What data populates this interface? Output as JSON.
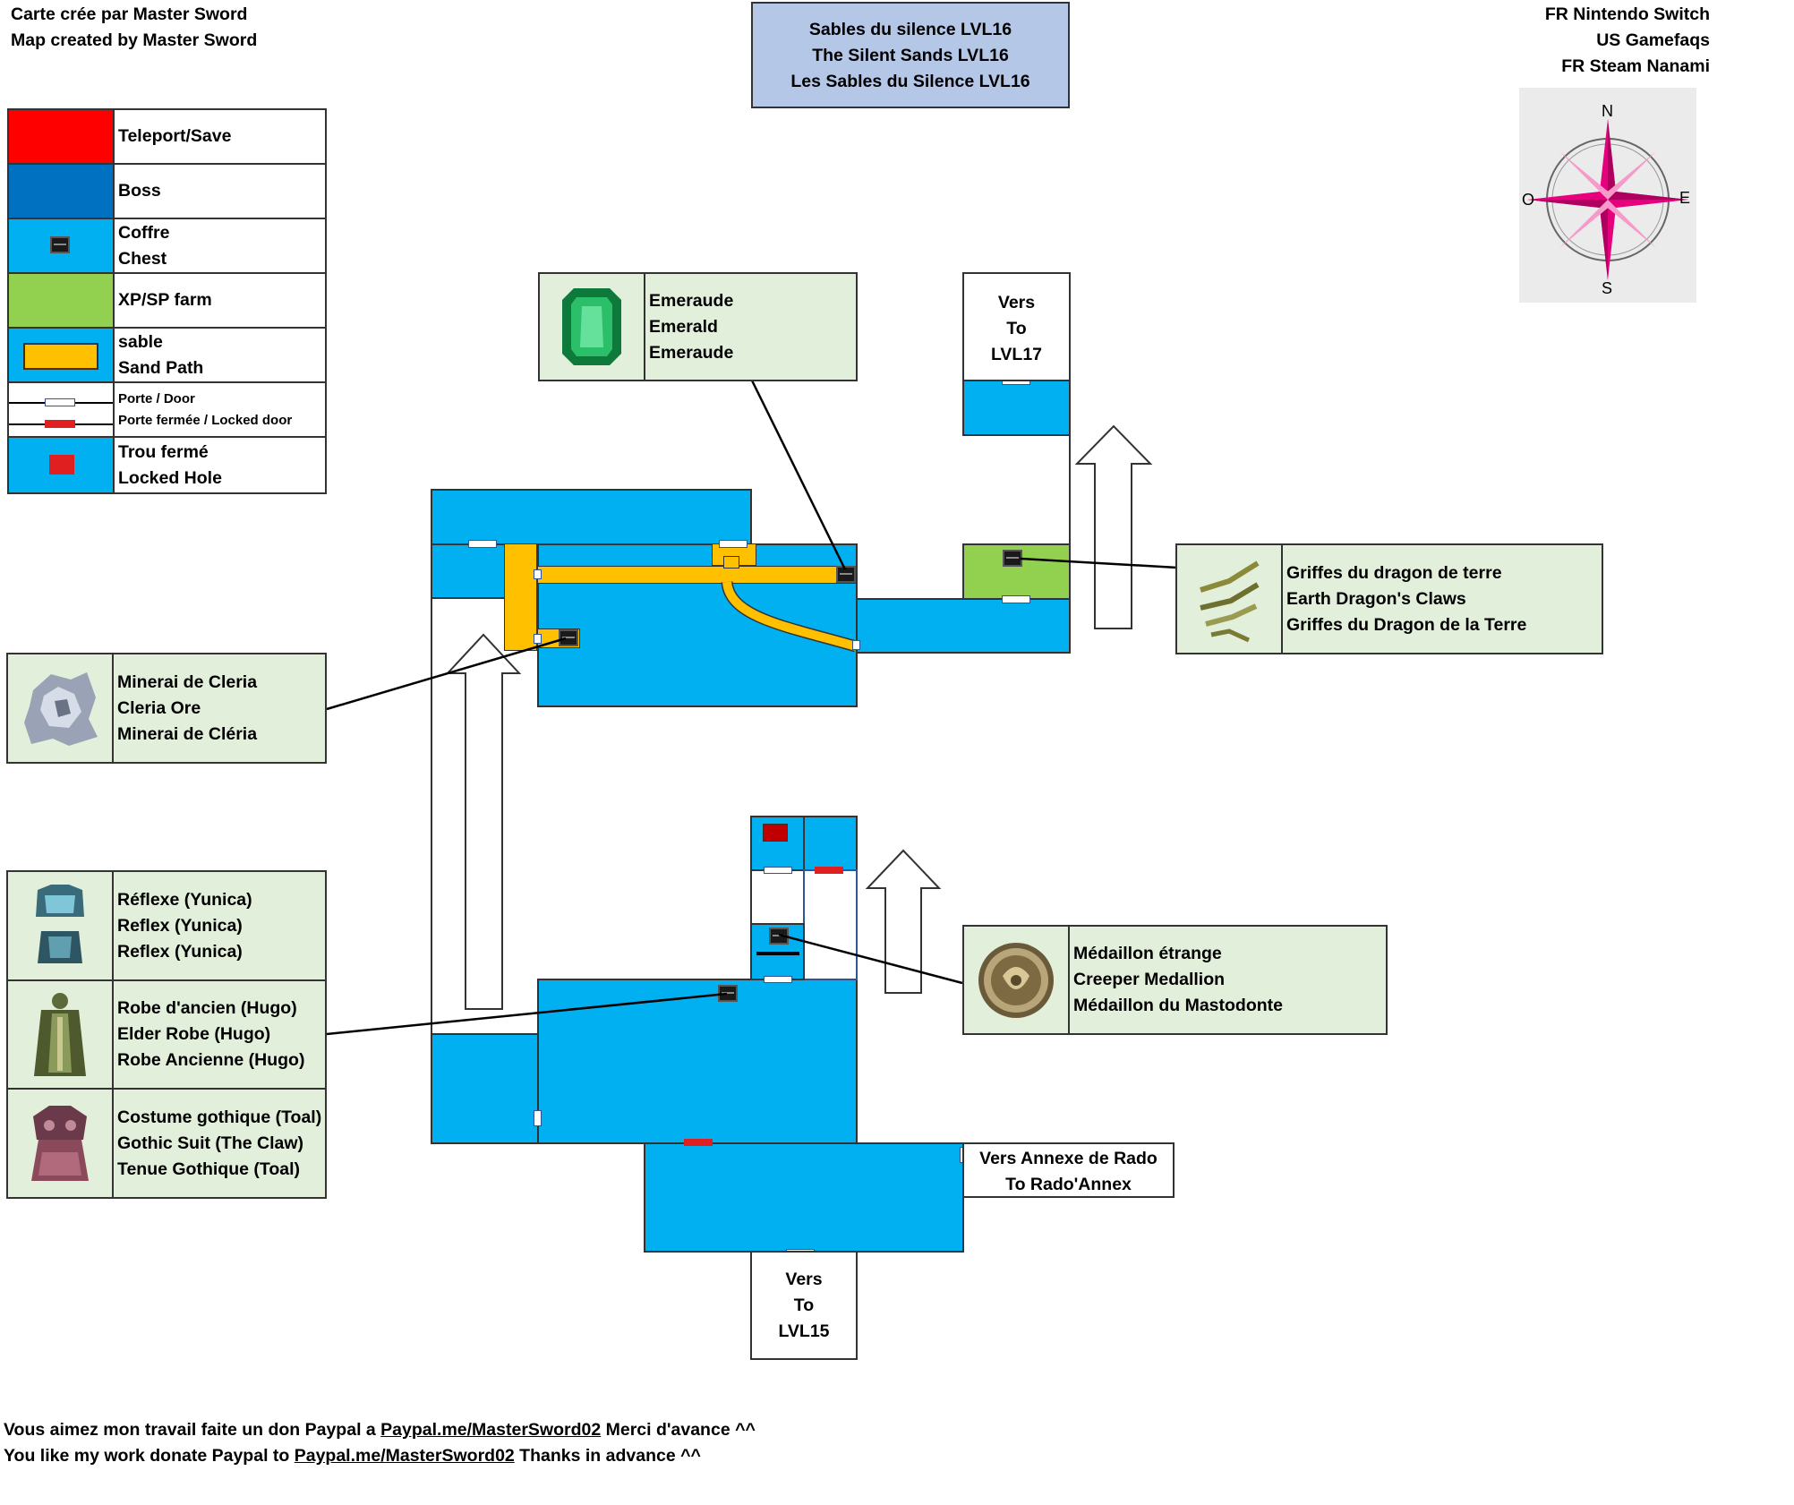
{
  "credits": {
    "line_fr": "Carte crée par Master Sword",
    "line_en": "Map created by Master Sword"
  },
  "title": {
    "fr": "Sables du silence LVL16",
    "en": "The Silent Sands LVL16",
    "fr_steam": "Les Sables du Silence LVL16"
  },
  "platforms": [
    "FR Nintendo Switch",
    "US Gamefaqs",
    "FR Steam Nanami"
  ],
  "compass": {
    "n": "N",
    "s": "S",
    "e": "E",
    "o": "O"
  },
  "legend": {
    "teleport": "Teleport/Save",
    "boss": "Boss",
    "chest_fr": "Coffre",
    "chest_en": "Chest",
    "farm": "XP/SP farm",
    "sand_fr": "sable",
    "sand_en": "Sand Path",
    "door": "Porte / Door",
    "locked_door": "Porte fermée / Locked door",
    "hole_fr": "Trou fermé",
    "hole_en": "Locked Hole"
  },
  "colors": {
    "teleport": "#ff0000",
    "boss": "#0070c0",
    "room": "#00b0f0",
    "farm": "#92d050",
    "sand": "#ffc000",
    "item_bg": "#e2efda",
    "title_bg": "#b4c7e7"
  },
  "items": {
    "emerald": [
      "Emeraude",
      "Emerald",
      "Emeraude"
    ],
    "dragon_claws": [
      "Griffes du dragon de terre",
      "Earth Dragon's Claws",
      "Griffes du Dragon de la Terre"
    ],
    "cleria": [
      "Minerai de Cleria",
      "Cleria Ore",
      "Minerai de Cléria"
    ],
    "reflex": [
      "Réflexe (Yunica)",
      "Reflex (Yunica)",
      "Reflex (Yunica)"
    ],
    "elder_robe": [
      "Robe d'ancien (Hugo)",
      "Elder Robe (Hugo)",
      "Robe Ancienne (Hugo)"
    ],
    "gothic": [
      "Costume gothique (Toal)",
      "Gothic Suit (The Claw)",
      "Tenue Gothique (Toal)"
    ],
    "medallion": [
      "Médaillon étrange",
      "Creeper Medallion",
      "Médaillon du Mastodonte"
    ]
  },
  "exits": {
    "lvl17": [
      "Vers",
      "To",
      "LVL17"
    ],
    "lvl15": [
      "Vers",
      "To",
      "LVL15"
    ],
    "annex": [
      "Vers Annexe de Rado",
      "To Rado'Annex"
    ]
  },
  "donate": {
    "fr_pre": "Vous aimez mon travail faite un don Paypal a ",
    "fr_link": "Paypal.me/MasterSword02",
    "fr_post": " Merci d'avance ^^",
    "en_pre": "You like my work donate Paypal to ",
    "en_link": "Paypal.me/MasterSword02",
    "en_post": " Thanks in advance ^^"
  }
}
